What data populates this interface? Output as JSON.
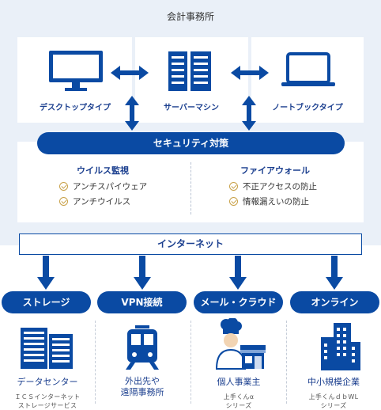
{
  "office": {
    "title": "会計事務所"
  },
  "devices": [
    {
      "label": "デスクトップタイプ",
      "icon": "desktop-monitor-icon"
    },
    {
      "label": "サーバーマシン",
      "icon": "server-rack-icon"
    },
    {
      "label": "ノートブックタイプ",
      "icon": "laptop-icon"
    }
  ],
  "security": {
    "title": "セキュリティ対策",
    "columns": [
      {
        "heading": "ウイルス監視",
        "items": [
          "アンチスパイウェア",
          "アンチウイルス"
        ]
      },
      {
        "heading": "ファイアウォール",
        "items": [
          "不正アクセスの防止",
          "情報漏えいの防止"
        ]
      }
    ]
  },
  "internet": {
    "label": "インターネット"
  },
  "services": [
    {
      "pill": "ストレージ",
      "name": "データセンター",
      "sub1": "ＩＣＳインターネット",
      "sub2": "ストレージサービス",
      "icon": "data-center-icon"
    },
    {
      "pill": "VPN接続",
      "name": "外出先や",
      "name2": "遠隔事務所",
      "icon": "train-icon"
    },
    {
      "pill": "メール・クラウド",
      "name": "個人事業主",
      "sub1": "上手くんα",
      "sub2": "シリーズ",
      "icon": "chef-shop-icon"
    },
    {
      "pill": "オンライン",
      "name": "中小規模企業",
      "sub1": "上手くんｄｂWL",
      "sub2": "シリーズ",
      "icon": "office-buildings-icon"
    }
  ],
  "colors": {
    "primary": "#0a4aa3",
    "background": "#eaf0f8",
    "check": "#c9a24a"
  }
}
